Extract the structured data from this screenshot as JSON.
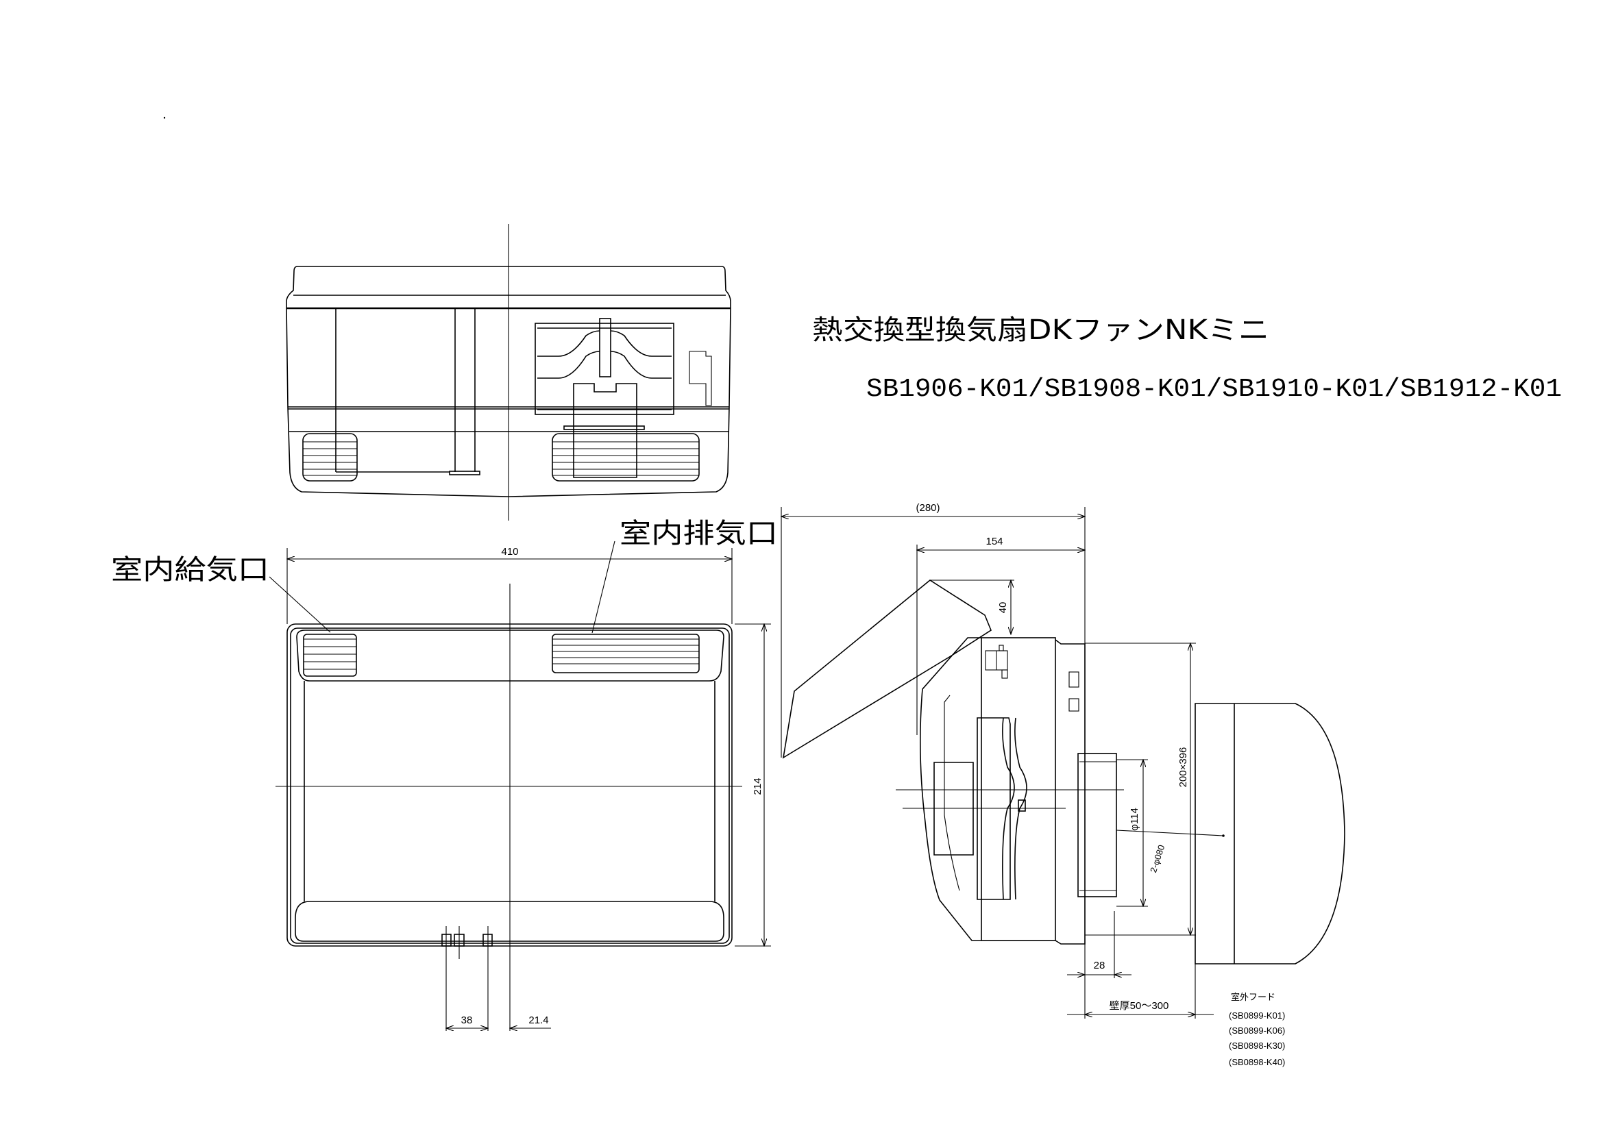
{
  "title": "熱交換型換気扇DKファンNKミニ",
  "models": "SB1906-K01/SB1908-K01/SB1910-K01/SB1912-K01",
  "labels": {
    "supply_port": "室内給気口",
    "exhaust_port": "室内排気口",
    "outdoor_hood": "室外フード"
  },
  "front_view": {
    "width": "410",
    "height": "214",
    "spacing_a": "38",
    "spacing_b": "21.4"
  },
  "side_view": {
    "overall_depth": "(280)",
    "body_depth": "154",
    "flap_height": "40",
    "duct_diameter": "φ114",
    "duct_size": "200×396",
    "hole_spec": "2-φ080",
    "protrusion": "28",
    "wall_thickness": "壁厚50～300"
  },
  "hood_part_numbers": [
    "(SB0899-K01)",
    "(SB0899-K06)",
    "(SB0898-K30)",
    "(SB0898-K40)"
  ]
}
